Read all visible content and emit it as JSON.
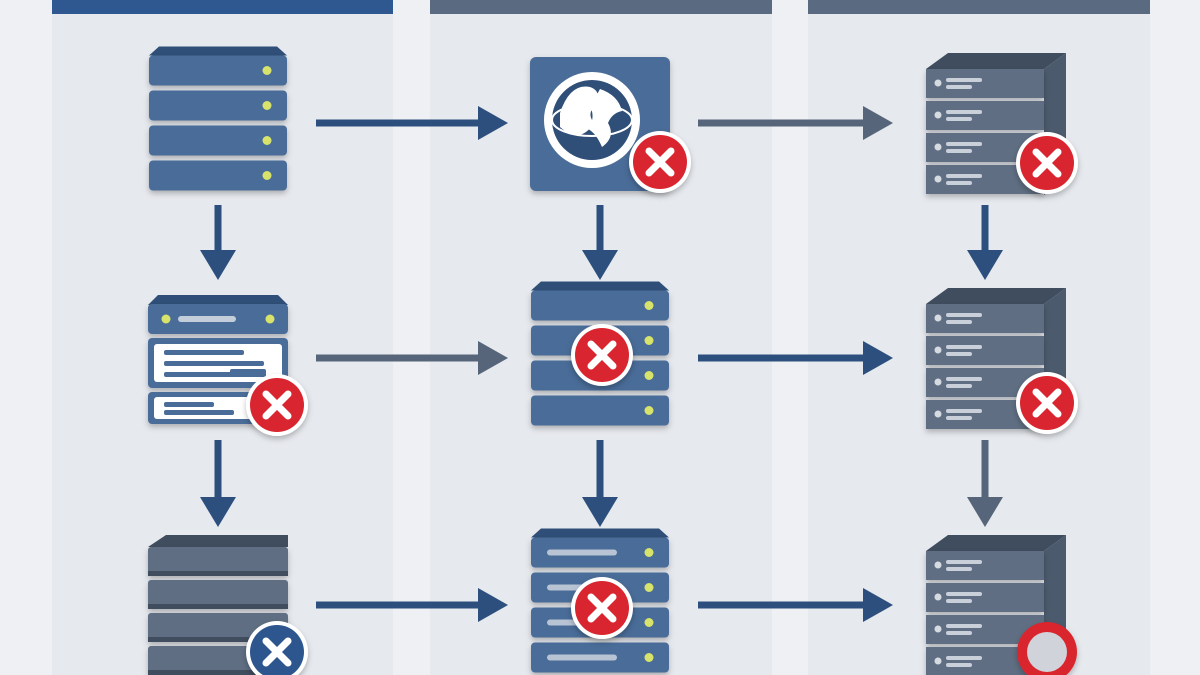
{
  "colors": {
    "background": "#eef0f3",
    "column_panel": "#e6e9ee",
    "header_blue": "#2f5790",
    "header_slate": "#5a6a80",
    "server_blue": "#4a6c98",
    "server_blue_dark": "#2f4f78",
    "server_slate": "#5e6e82",
    "server_slate_dark": "#3f4d5e",
    "led": "#d7e36a",
    "arrow_blue": "#2c4f7e",
    "arrow_gray": "#56657a",
    "error_red": "#d9252f",
    "error_navy": "#2e568e"
  },
  "columns": [
    {
      "header_color": "#2f5790",
      "nodes": [
        {
          "kind": "rack-server",
          "badge": "none"
        },
        {
          "kind": "web-server",
          "badge": "error"
        },
        {
          "kind": "stack-server",
          "badge": "error-navy"
        }
      ]
    },
    {
      "header_color": "#5a6a80",
      "nodes": [
        {
          "kind": "dns-globe",
          "badge": "error"
        },
        {
          "kind": "rack-server",
          "badge": "error"
        },
        {
          "kind": "rack-server-lines",
          "badge": "error"
        }
      ]
    },
    {
      "header_color": "#5a6a80",
      "nodes": [
        {
          "kind": "server-3d",
          "badge": "error"
        },
        {
          "kind": "server-3d",
          "badge": "error"
        },
        {
          "kind": "server-3d",
          "badge": "pending"
        }
      ]
    }
  ],
  "connections": [
    {
      "from": "c0r0",
      "to": "c1r0",
      "direction": "right",
      "tone": "blue"
    },
    {
      "from": "c1r0",
      "to": "c2r0",
      "direction": "right",
      "tone": "gray"
    },
    {
      "from": "c0r1",
      "to": "c1r1",
      "direction": "right",
      "tone": "gray"
    },
    {
      "from": "c1r1",
      "to": "c2r1",
      "direction": "right",
      "tone": "blue"
    },
    {
      "from": "c0r2",
      "to": "c1r2",
      "direction": "right",
      "tone": "blue"
    },
    {
      "from": "c1r2",
      "to": "c2r2",
      "direction": "right",
      "tone": "blue"
    },
    {
      "from": "c0r0",
      "to": "c0r1",
      "direction": "down",
      "tone": "blue"
    },
    {
      "from": "c0r1",
      "to": "c0r2",
      "direction": "down",
      "tone": "blue"
    },
    {
      "from": "c1r0",
      "to": "c1r1",
      "direction": "down",
      "tone": "blue"
    },
    {
      "from": "c1r1",
      "to": "c1r2",
      "direction": "down",
      "tone": "blue"
    },
    {
      "from": "c2r0",
      "to": "c2r1",
      "direction": "down",
      "tone": "blue"
    },
    {
      "from": "c2r1",
      "to": "c2r2",
      "direction": "down",
      "tone": "gray"
    }
  ]
}
